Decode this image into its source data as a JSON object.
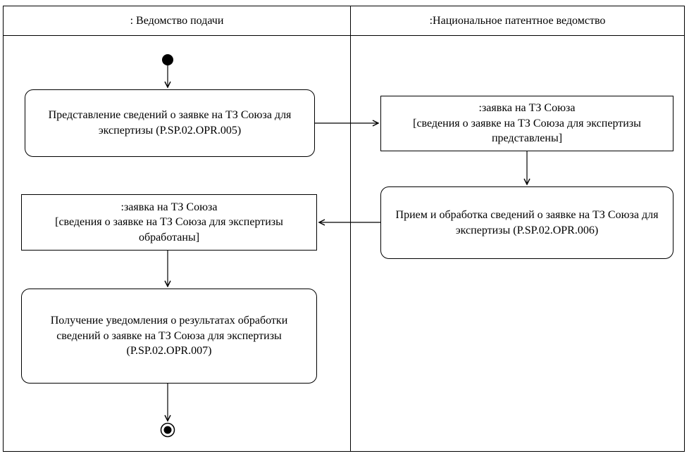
{
  "lanes": {
    "left": ": Ведомство подачи",
    "right": ":Национальное патентное ведомство"
  },
  "nodes": {
    "activity1": {
      "label": "Представление сведений о заявке на ТЗ Союза для экспертизы (P.SP.02.OPR.005)"
    },
    "object1": {
      "name": ":заявка на ТЗ Союза",
      "state": "[сведения о заявке на ТЗ Союза для экспертизы представлены]"
    },
    "activity2": {
      "label": "Прием и обработка сведений о заявке на ТЗ Союза для экспертизы (P.SP.02.OPR.006)"
    },
    "object2": {
      "name": ":заявка на ТЗ Союза",
      "state": "[сведения о заявке на ТЗ Союза для экспертизы обработаны]"
    },
    "activity3": {
      "label": "Получение уведомления о результатах обработки сведений о заявке на ТЗ Союза для экспертизы (P.SP.02.OPR.007)"
    }
  },
  "colors": {
    "line": "#000000",
    "background": "#ffffff"
  }
}
